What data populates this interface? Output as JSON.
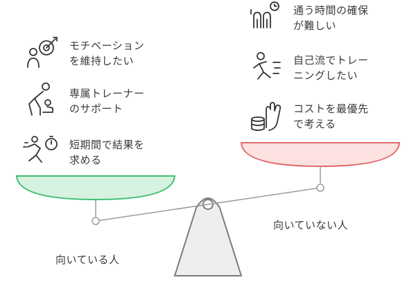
{
  "colors": {
    "left_pan_fill": "#d7f2e0",
    "left_pan_stroke": "#3fbf72",
    "right_pan_fill": "#fde2e1",
    "right_pan_stroke": "#e06b6b",
    "beam": "#9a9a9a",
    "stand_fill": "#eeeeee",
    "stand_stroke": "#7a7a7a"
  },
  "left": {
    "caption": "向いている人",
    "items": [
      {
        "icon": "dart-target-person-icon",
        "line1": "モチベーション",
        "line2": "を維持したい"
      },
      {
        "icon": "trainer-person-icon",
        "line1": "専属トレーナー",
        "line2": "のサポート"
      },
      {
        "icon": "running-stopwatch-icon",
        "line1": "短期間で結果を",
        "line2": "求める"
      }
    ]
  },
  "right": {
    "caption": "向いていない人",
    "items": [
      {
        "icon": "walking-fingers-clock-icon",
        "line1": "通う時間の確保",
        "line2": "が難しい"
      },
      {
        "icon": "self-running-person-icon",
        "line1": "自己流でトレー",
        "line2": "ニングしたい"
      },
      {
        "icon": "hand-coins-icon",
        "line1": "コストを最優先",
        "line2": "で考える"
      }
    ]
  }
}
